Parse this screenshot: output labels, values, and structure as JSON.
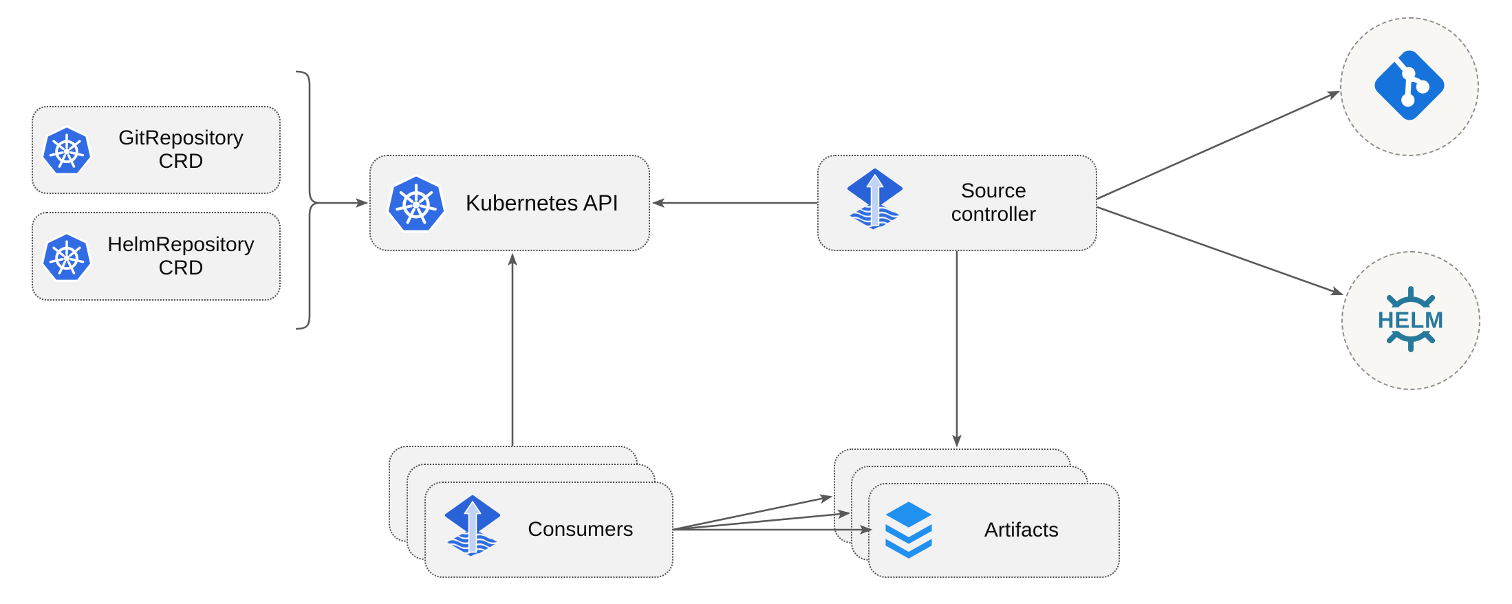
{
  "diagram": {
    "nodes": {
      "git_repo_crd": {
        "lines": [
          "GitRepository",
          "CRD"
        ],
        "icon": "kubernetes-icon"
      },
      "helm_repo_crd": {
        "lines": [
          "HelmRepository",
          "CRD"
        ],
        "icon": "kubernetes-icon"
      },
      "k8s_api": {
        "label": "Kubernetes API",
        "icon": "kubernetes-icon"
      },
      "source_controller": {
        "lines": [
          "Source",
          "controller"
        ],
        "icon": "flux-icon"
      },
      "consumers": {
        "label": "Consumers",
        "icon": "flux-icon",
        "stacked": true
      },
      "artifacts": {
        "label": "Artifacts",
        "icon": "layers-icon",
        "stacked": true
      },
      "git_remote": {
        "icon": "git-icon"
      },
      "helm_remote": {
        "icon": "helm-icon",
        "wheel_text": "HELM"
      }
    },
    "edges": [
      {
        "from": "git_repo_crd+helm_repo_crd",
        "to": "k8s_api",
        "via": "bracket"
      },
      {
        "from": "source_controller",
        "to": "k8s_api"
      },
      {
        "from": "consumers",
        "to": "k8s_api"
      },
      {
        "from": "source_controller",
        "to": "artifacts"
      },
      {
        "from": "source_controller",
        "to": "git_remote"
      },
      {
        "from": "source_controller",
        "to": "helm_remote"
      },
      {
        "from": "consumers",
        "to": "artifacts",
        "count": 3
      }
    ],
    "colors": {
      "kubernetes_blue": "#326ce5",
      "git_blue": "#1673dc",
      "helm_teal": "#27799c",
      "flux_blue": "#2a63d8",
      "flux_arrow_light": "#c1d3f2",
      "layers_blue": "#2191f0",
      "edge_gray": "#595959",
      "box_fill": "#f2f2f2",
      "circle_fill": "#f8f7f3",
      "text": "#0d0d0d"
    }
  }
}
